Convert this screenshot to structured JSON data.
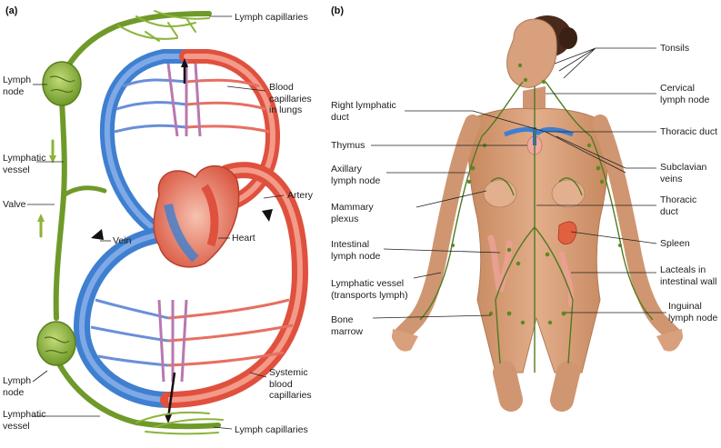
{
  "panels": {
    "a": "(a)",
    "b": "(b)"
  },
  "colors": {
    "lymph": "#6f9a2a",
    "lymph_light": "#a9c95a",
    "vein": "#3f7fd0",
    "artery": "#e0503e",
    "capillary": "#b878b0",
    "skin": "#d9a07e",
    "hair": "#4a2a1c",
    "leader": "#222222"
  },
  "labels_a": {
    "lymph_capillaries_top": "Lymph capillaries",
    "lymph_node_top": "Lymph\nnode",
    "blood_capillaries_lungs": "Blood\ncapillaries\nin lungs",
    "lymphatic_vessel_top": "Lymphatic\nvessel",
    "valve": "Valve",
    "artery": "Artery",
    "vein": "Vein",
    "heart": "Heart",
    "lymph_node_bottom": "Lymph\nnode",
    "systemic_blood_capillaries": "Systemic\nblood\ncapillaries",
    "lymphatic_vessel_bottom": "Lymphatic\nvessel",
    "lymph_capillaries_bottom": "Lymph capillaries"
  },
  "labels_b": {
    "tonsils": "Tonsils",
    "cervical_lymph_node": "Cervical\nlymph node",
    "right_lymphatic_duct": "Right lymphatic\nduct",
    "thoracic_duct_upper": "Thoracic duct",
    "thymus": "Thymus",
    "subclavian_veins": "Subclavian\nveins",
    "axillary_lymph_node": "Axillary\nlymph node",
    "thoracic_duct_lower": "Thoracic\nduct",
    "mammary_plexus": "Mammary\nplexus",
    "spleen": "Spleen",
    "intestinal_lymph_node": "Intestinal\nlymph node",
    "lacteals": "Lacteals in\nintestinal wall",
    "lymphatic_vessel_transports": "Lymphatic vessel\n(transports lymph)",
    "inguinal_lymph_node": "Inguinal\nlymph node",
    "bone_marrow": "Bone\nmarrow"
  }
}
